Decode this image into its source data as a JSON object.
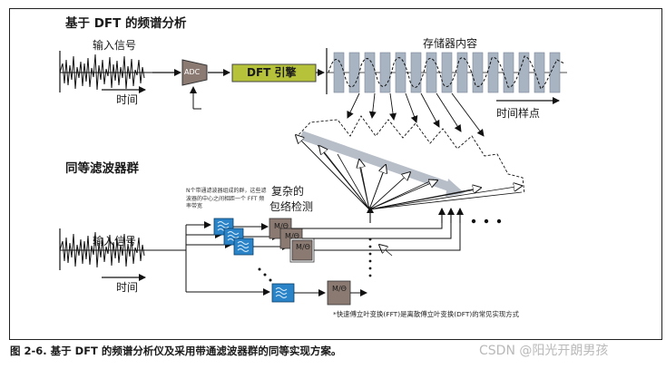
{
  "top": {
    "title": "基于 DFT 的频谱分析",
    "input_label": "输入信号",
    "time_label": "时间",
    "adc_label": "ADC",
    "engine_label": "DFT 引擎",
    "memory_label": "存储器内容",
    "sample_label": "时间样点"
  },
  "bottom": {
    "title": "同等滤波器群",
    "input_label": "输入信号",
    "time_label": "时间",
    "bank_note": "N个带通滤波器组成的群，这些滤波器的中心之间相距一个 FFT 频率带宽",
    "detect_label_1": "复杂的",
    "detect_label_2": "包络检测",
    "detector_label": "M/Θ",
    "fft_note": "*快速傅立叶变换(FFT)是离散傅立叶变换(DFT)的常见实现方式"
  },
  "caption": "图 2-6. 基于 DFT 的频谱分析仪及采用带通滤波器群的同等实现方案。",
  "watermark": "CSDN @阳光开朗男孩",
  "colors": {
    "adc_fill": "#8b7a72",
    "engine_fill": "#b5c23a",
    "memory_fill": "#a9b4c2",
    "filter_fill": "#2b84c7",
    "arrow_band": "#b7bec8"
  }
}
